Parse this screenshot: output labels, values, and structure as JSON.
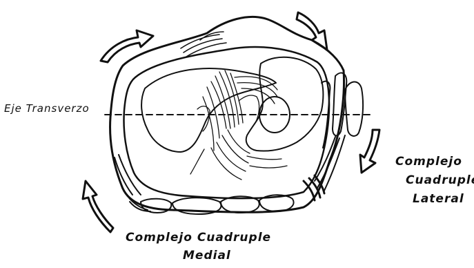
{
  "diagram": {
    "axis_label": "Eje Transverzo",
    "lateral_label": [
      "Complejo",
      "Cuadruple",
      "Lateral"
    ],
    "medial_label": [
      "Complejo Cuadruple",
      "Medial"
    ],
    "ink_color": "#111111",
    "background_color": "#ffffff",
    "icons": [
      "rotation-arrow-icon"
    ]
  }
}
